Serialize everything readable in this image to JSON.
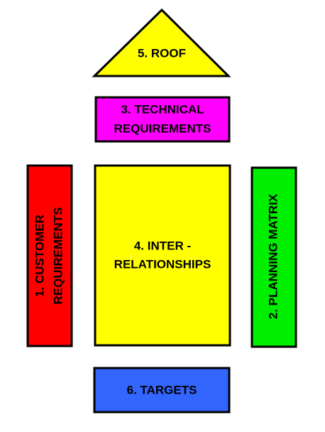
{
  "blocks": {
    "roof": {
      "label": "5. ROOF",
      "color": "#ffff00"
    },
    "technical_requirements": {
      "line1": "3. TECHNICAL",
      "line2": "REQUIREMENTS",
      "color": "#ff00ff"
    },
    "customer_requirements": {
      "line1": "1. CUSTOMER",
      "line2": "REQUIREMENTS",
      "color": "#ff0000"
    },
    "interrelationships": {
      "line1": "4. INTER -",
      "line2": "RELATIONSHIPS",
      "color": "#ffff00"
    },
    "planning_matrix": {
      "label": "2. PLANNING MATRIX",
      "color": "#00ee00"
    },
    "targets": {
      "label": "6. TARGETS",
      "color": "#3366ff"
    }
  }
}
